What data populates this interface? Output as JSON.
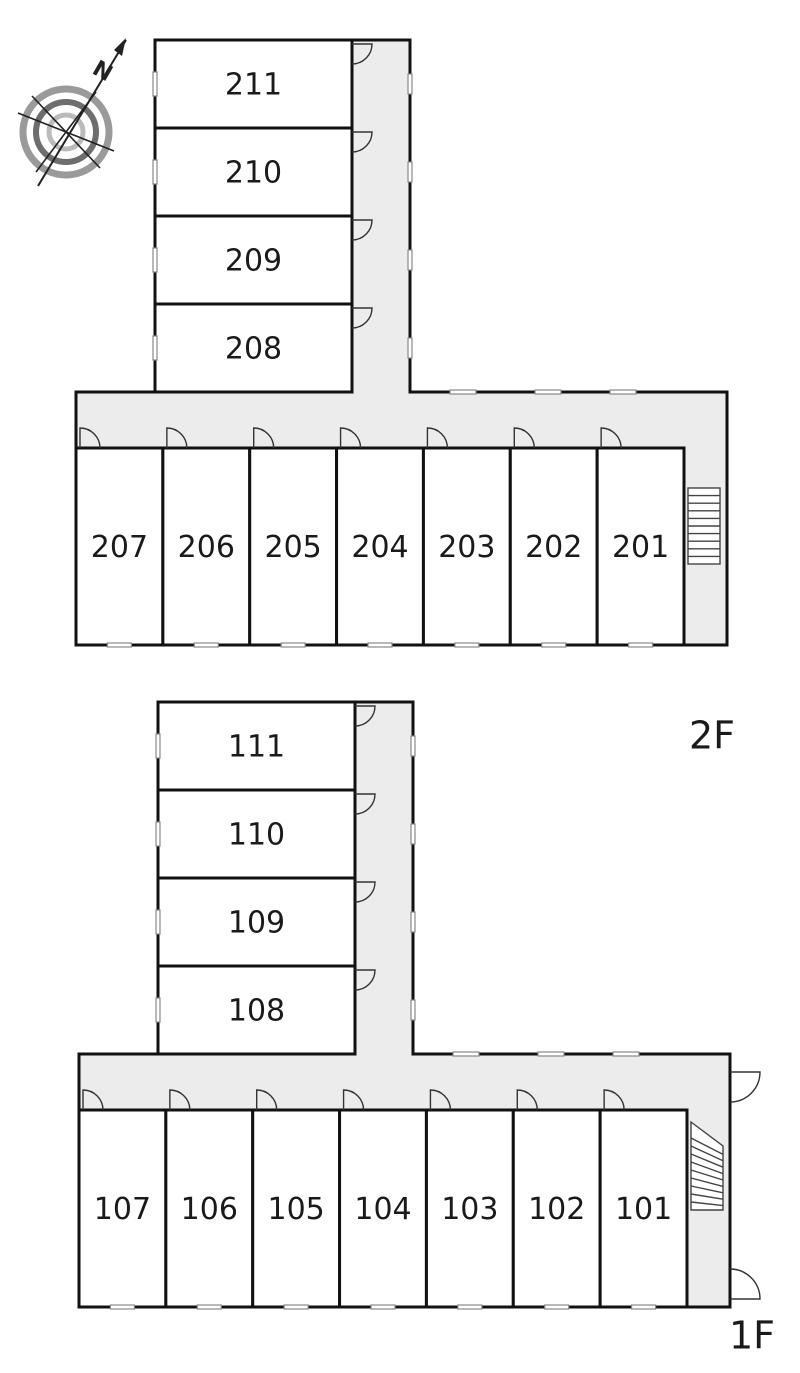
{
  "floors": [
    {
      "id": "2F",
      "label": "2F",
      "wing_rooms": [
        "211",
        "210",
        "209",
        "208"
      ],
      "row_rooms": [
        "207",
        "206",
        "205",
        "204",
        "203",
        "202",
        "201"
      ]
    },
    {
      "id": "1F",
      "label": "1F",
      "wing_rooms": [
        "111",
        "110",
        "109",
        "108"
      ],
      "row_rooms": [
        "107",
        "106",
        "105",
        "104",
        "103",
        "102",
        "101"
      ]
    }
  ],
  "compass": {
    "label": "N",
    "icon": "north-compass-icon"
  },
  "colors": {
    "corridor": "#ececec",
    "wall": "#111111",
    "compass_ring": "#888888"
  }
}
